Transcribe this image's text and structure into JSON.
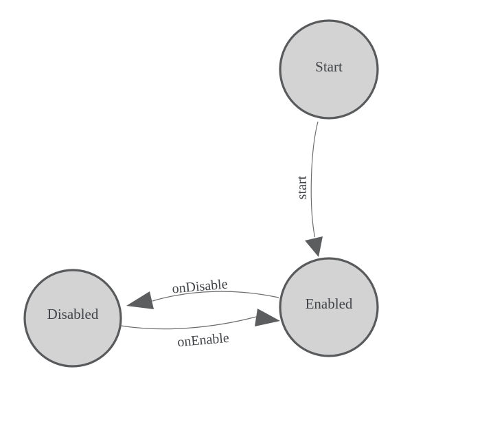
{
  "page": {
    "background": "#ffffff"
  },
  "colors": {
    "page_bg": "#ffffff",
    "node_fill": "#d3d3d3",
    "node_stroke": "#595a5c",
    "edge_stroke": "#6d6d6d",
    "arrow_fill": "#5c5d5f",
    "label_text": "#404347"
  },
  "diagram": {
    "type": "state-diagram",
    "nodes": [
      {
        "id": "start",
        "label": "Start"
      },
      {
        "id": "enabled",
        "label": "Enabled"
      },
      {
        "id": "disabled",
        "label": "Disabled"
      }
    ],
    "edges": [
      {
        "from": "start",
        "to": "enabled",
        "label": "start"
      },
      {
        "from": "enabled",
        "to": "disabled",
        "label": "onDisable"
      },
      {
        "from": "disabled",
        "to": "enabled",
        "label": "onEnable"
      }
    ]
  }
}
